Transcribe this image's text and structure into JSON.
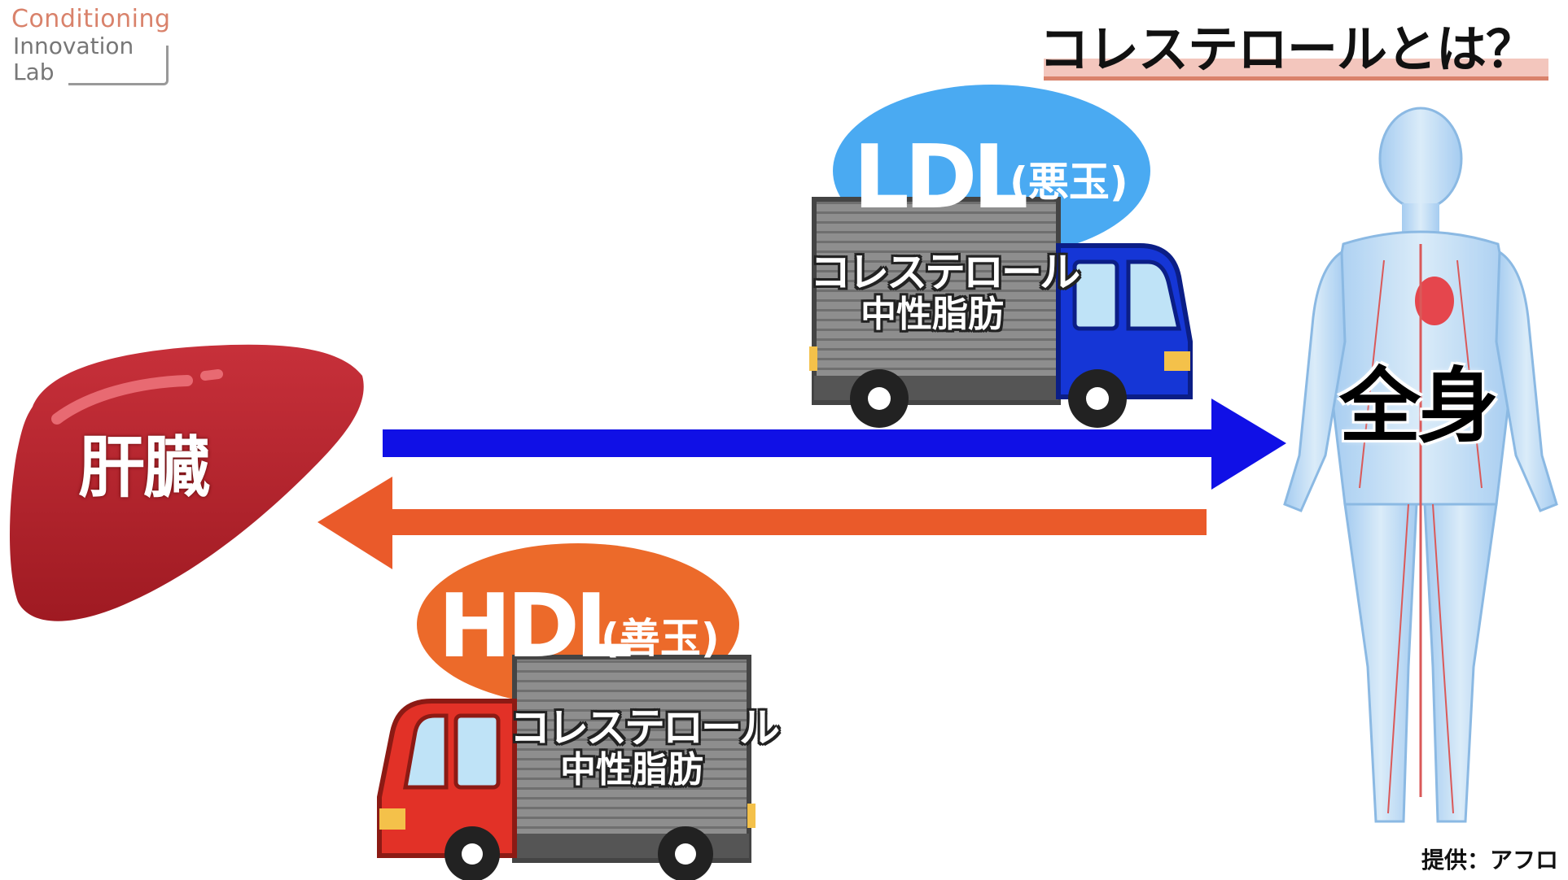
{
  "logo": {
    "line1": "Conditioning",
    "line2": "Innovation",
    "line3": "Lab"
  },
  "title": "コレステロールとは？",
  "liver": {
    "label": "肝臓",
    "color": "#b3222a"
  },
  "body": {
    "label": "全身"
  },
  "ldl": {
    "name": "LDL",
    "note": "(悪玉)",
    "cargo_line1": "コレステロール",
    "cargo_line2": "中性脂肪",
    "badge_color": "#4aaaf2",
    "truck_color": "#1536d6"
  },
  "hdl": {
    "name": "HDL",
    "note": "(善玉)",
    "cargo_line1": "コレステロール",
    "cargo_line2": "中性脂肪",
    "badge_color": "#ec6a2a",
    "truck_color": "#e23127"
  },
  "arrows": {
    "to_body_color": "#1010e6",
    "to_liver_color": "#ea5a2a"
  },
  "credit": "提供：アフロ"
}
